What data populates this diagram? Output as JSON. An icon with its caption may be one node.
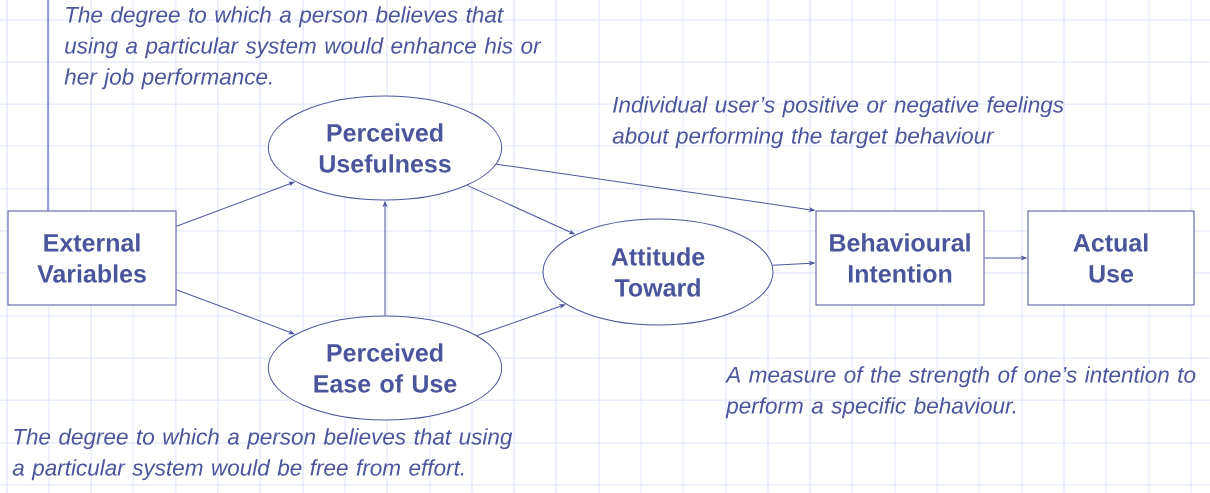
{
  "diagram": {
    "nodes": [
      {
        "text": [
          "External Variables"
        ]
      },
      {
        "text": [
          "Perceived Usefulness"
        ]
      },
      {
        "text": [
          "Perceived Ease of Use"
        ]
      },
      {
        "text": [
          "Attitude Toward"
        ]
      },
      {
        "text": [
          "Behavioural Intention"
        ]
      },
      {
        "text": [
          "Actual Use"
        ]
      }
    ],
    "edges": [
      {
        "from": null,
        "to": 0,
        "arrow": "none",
        "color": "#3a3ae0"
      },
      {
        "from": 0,
        "to": 1,
        "arrow": "to"
      },
      {
        "from": 0,
        "to": 2,
        "arrow": "to"
      },
      {
        "from": 2,
        "to": 1,
        "arrow": "to"
      },
      {
        "from": 1,
        "to": 3,
        "arrow": "to"
      },
      {
        "from": 2,
        "to": 3,
        "arrow": "to"
      },
      {
        "from": 1,
        "to": 4,
        "arrow": "to"
      },
      {
        "from": 3,
        "to": 4,
        "arrow": "to"
      },
      {
        "from": 4,
        "to": 5,
        "arrow": "to"
      }
    ],
    "labels": [
      "The degree to which a person believes that using a particular system would enhance his or her job performance.",
      "Individual user’s positive or negative feelings about performing the target behaviour",
      "A measure of the strength of one’s intention to perform a specific behaviour.",
      "The degree to which a person believes that using a particular system would be free from effort."
    ]
  }
}
